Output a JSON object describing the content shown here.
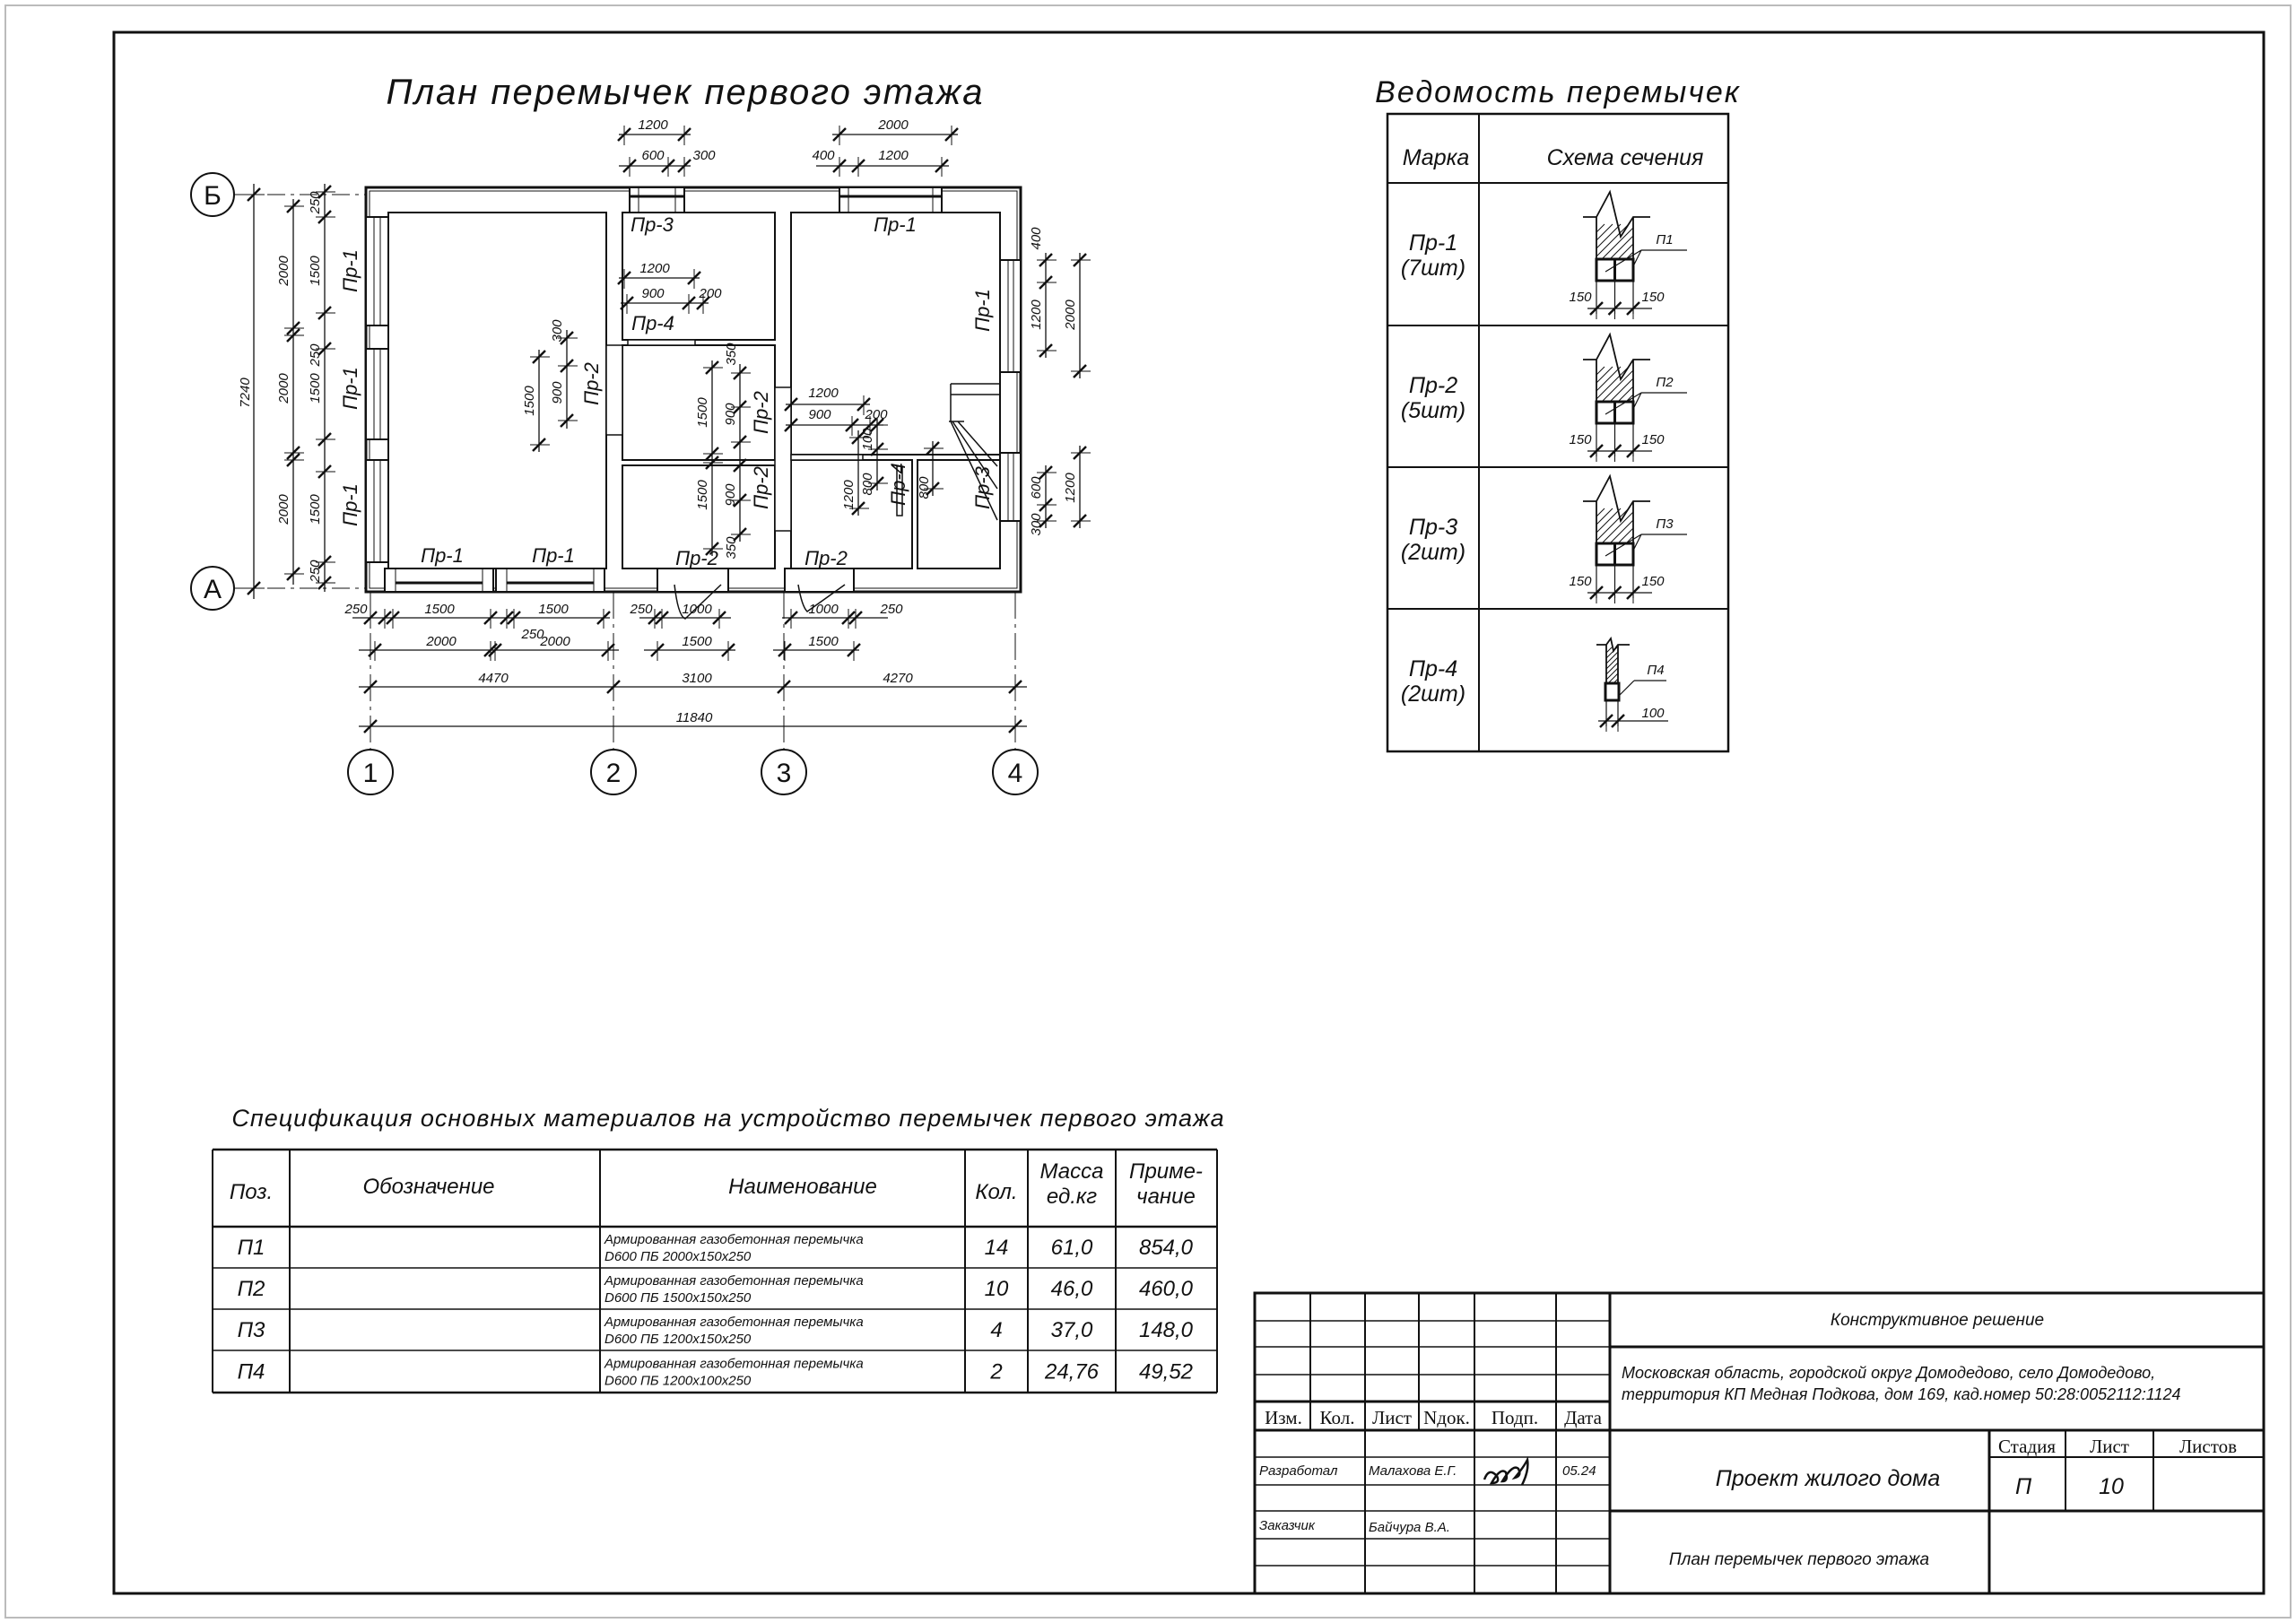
{
  "plan": {
    "title": "План перемычек первого этажа",
    "axes": {
      "rows": [
        "Б",
        "А"
      ],
      "cols": [
        "1",
        "2",
        "3",
        "4"
      ]
    },
    "texts": [
      "1200",
      "600",
      "300",
      "2000",
      "400",
      "1200",
      "Пр-3",
      "Пр-1",
      "1200",
      "900",
      "200",
      "Пр-4",
      "7240",
      "2000",
      "2000",
      "2000",
      "1500",
      "1500",
      "1500",
      "250",
      "250",
      "250",
      "Пр-1",
      "Пр-1",
      "Пр-1",
      "300",
      "1500",
      "900",
      "Пр-2",
      "350",
      "1500",
      "900",
      "Пр-2",
      "1500",
      "900",
      "Пр-2",
      "350",
      "1200",
      "900",
      "200",
      "100",
      "1200",
      "800",
      "Пр-4",
      "800",
      "Пр-1",
      "400",
      "1200",
      "2000",
      "Пр-3",
      "600",
      "1200",
      "300",
      "Пр-1",
      "Пр-1",
      "Пр-2",
      "Пр-2",
      "250",
      "1500",
      "1500",
      "250",
      "250",
      "1000",
      "1000",
      "250",
      "2000",
      "2000",
      "1500",
      "1500",
      "4470",
      "3100",
      "4270",
      "11840"
    ]
  },
  "schedule": {
    "title": "Ведомость перемычек",
    "headers": [
      "Марка",
      "Схема сечения"
    ],
    "rows": [
      {
        "mark": "Пр-1",
        "qty": "(7шт)",
        "section": "П1",
        "dims": [
          "150",
          "150"
        ]
      },
      {
        "mark": "Пр-2",
        "qty": "(5шт)",
        "section": "П2",
        "dims": [
          "150",
          "150"
        ]
      },
      {
        "mark": "Пр-3",
        "qty": "(2шт)",
        "section": "П3",
        "dims": [
          "150",
          "150"
        ]
      },
      {
        "mark": "Пр-4",
        "qty": "(2шт)",
        "section": "П4",
        "dims": [
          "100"
        ]
      }
    ]
  },
  "spec": {
    "title": "Спецификация основных материалов на устройство перемычек первого этажа",
    "headers": {
      "pos": "Поз.",
      "designation": "Обозначение",
      "name": "Наименование",
      "qty": "Кол.",
      "mass": [
        "Масса",
        "ед.кг"
      ],
      "note": [
        "Приме-",
        "чание"
      ]
    },
    "rows": [
      {
        "pos": "П1",
        "designation": "",
        "name": [
          "Армированная газобетонная перемычка",
          "D600 ПБ 2000x150x250"
        ],
        "qty": "14",
        "mass": "61,0",
        "note": "854,0"
      },
      {
        "pos": "П2",
        "designation": "",
        "name": [
          "Армированная газобетонная перемычка",
          "D600 ПБ 1500x150x250"
        ],
        "qty": "10",
        "mass": "46,0",
        "note": "460,0"
      },
      {
        "pos": "П3",
        "designation": "",
        "name": [
          "Армированная газобетонная перемычка",
          "D600 ПБ 1200x150x250"
        ],
        "qty": "4",
        "mass": "37,0",
        "note": "148,0"
      },
      {
        "pos": "П4",
        "designation": "",
        "name": [
          "Армированная газобетонная перемычка",
          "D600 ПБ 1200x100x250"
        ],
        "qty": "2",
        "mass": "24,76",
        "note": "49,52"
      }
    ]
  },
  "title_block": {
    "section": "Конструктивное решение",
    "address": [
      "Московская область, городской округ Домодедово, село Домодедово,",
      "территория КП Медная Подкова, дом 169, кад.номер 50:28:0052112:1124"
    ],
    "headers": [
      "Изм.",
      "Кол.",
      "Лист",
      "Nдок.",
      "Подп.",
      "Дата"
    ],
    "developed_label": "Разработал",
    "developer": "Малахова Е.Г.",
    "date": "05.24",
    "customer_label": "Заказчик",
    "customer": "Байчура В.А.",
    "project": "Проект жилого дома",
    "sheet_title": "План перемычек первого этажа",
    "stage_label": "Стадия",
    "sheet_label": "Лист",
    "sheets_label": "Листов",
    "stage": "П",
    "sheet": "10",
    "sheets": ""
  }
}
